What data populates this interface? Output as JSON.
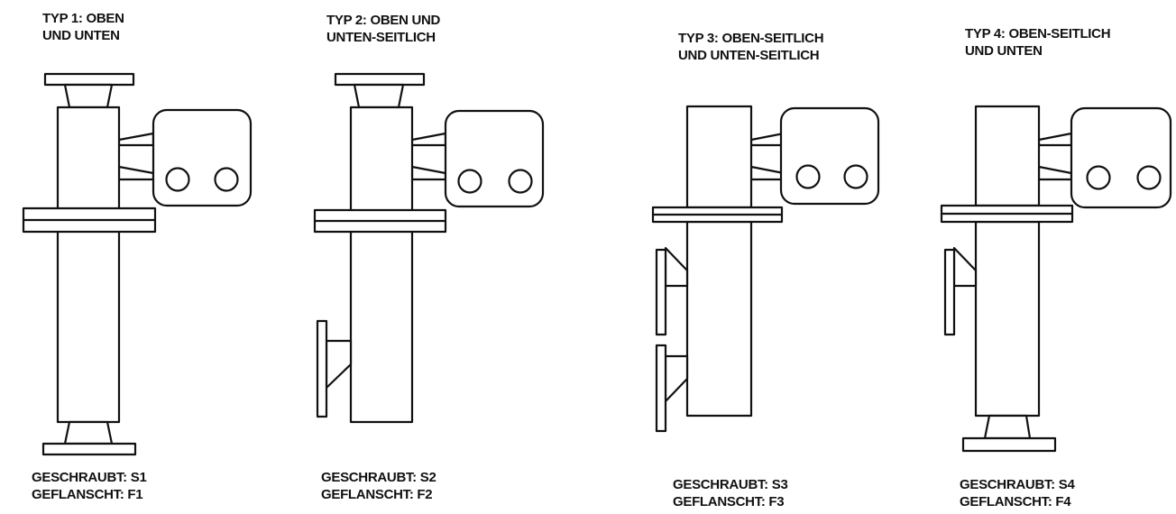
{
  "types": [
    {
      "id": "1",
      "title_lines": [
        "TYP 1: OBEN",
        "UND UNTEN"
      ],
      "code_lines": [
        "GESCHRAUBT: S1",
        "GEFLANSCHT: F1"
      ]
    },
    {
      "id": "2",
      "title_lines": [
        "TYP 2: OBEN UND",
        "UNTEN-SEITLICH"
      ],
      "code_lines": [
        "GESCHRAUBT: S2",
        "GEFLANSCHT: F2"
      ]
    },
    {
      "id": "3",
      "title_lines": [
        "TYP 3: OBEN-SEITLICH",
        "UND UNTEN-SEITLICH"
      ],
      "code_lines": [
        "GESCHRAUBT: S3",
        "GEFLANSCHT: F3"
      ]
    },
    {
      "id": "4",
      "title_lines": [
        "TYP 4: OBEN-SEITLICH",
        "UND UNTEN"
      ],
      "code_lines": [
        "GESCHRAUBT: S4",
        "GEFLANSCHT: F4"
      ]
    }
  ],
  "line_color": "#111111",
  "background_color": "#ffffff"
}
